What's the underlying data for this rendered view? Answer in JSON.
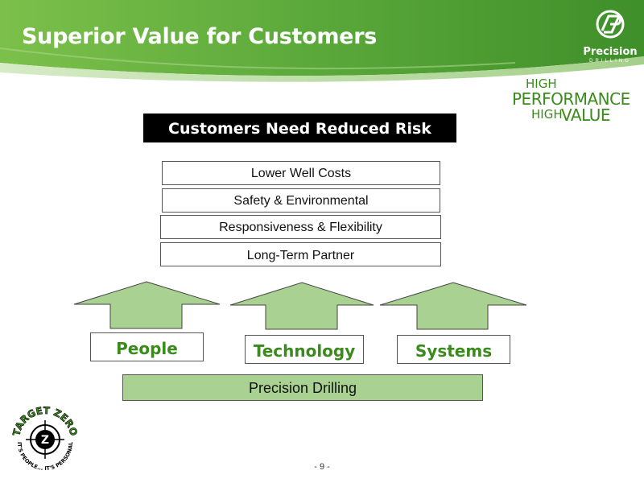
{
  "slide": {
    "title": "Superior Value for Customers",
    "page_number": "- 9 -"
  },
  "logo": {
    "brand": "Precision",
    "subtitle": "DRILLING"
  },
  "tagline": {
    "line1": "HIGH",
    "line2": "PERFORMANCE",
    "line3a": "HIGH",
    "line3b": "VALUE"
  },
  "diagram": {
    "heading": "Customers Need Reduced Risk",
    "benefits": [
      "Lower Well Costs",
      "Safety & Environmental",
      "Responsiveness & Flexibility",
      "Long-Term Partner"
    ],
    "pillars": [
      "People",
      "Technology",
      "Systems"
    ],
    "foundation": "Precision Drilling"
  },
  "badge": {
    "top_text": "TARGET ZERO",
    "bottom_text": "IT'S PEOPLE... IT'S PERSONAL",
    "center": "Z"
  },
  "colors": {
    "header_green_dark": "#3f8f2a",
    "header_green_light": "#7cc04b",
    "tagline_green": "#3a8a1c",
    "arrow_fill": "#a9d191",
    "pillar_text": "#3a8a1c"
  }
}
